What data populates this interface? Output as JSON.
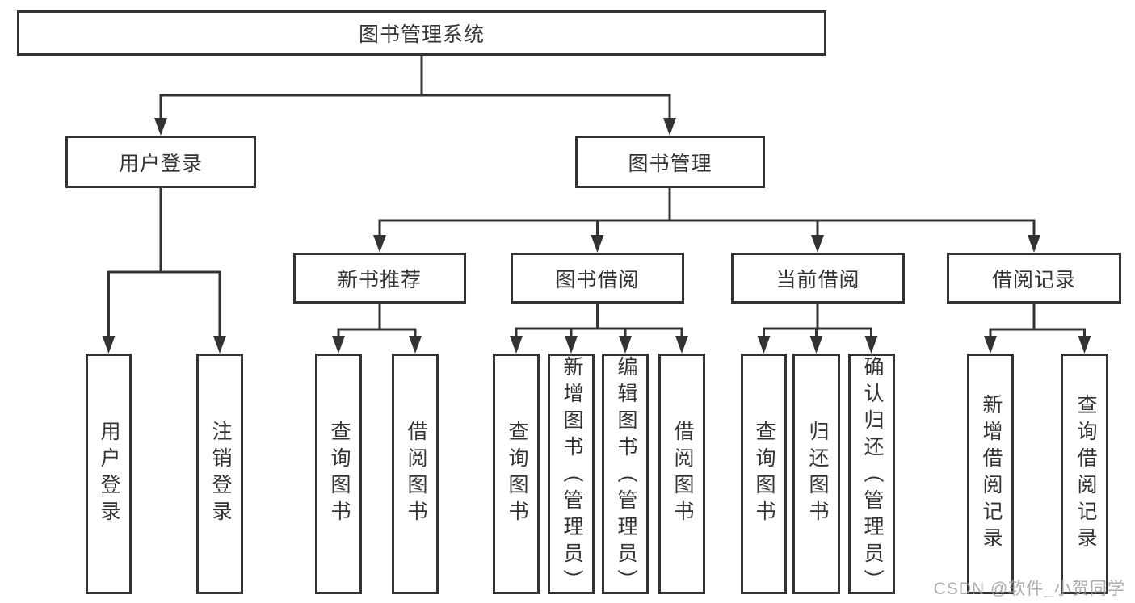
{
  "diagram": {
    "root": {
      "label": "图书管理系统"
    },
    "branches": [
      {
        "label": "用户登录",
        "children": [
          {
            "label": "用户登录"
          },
          {
            "label": "注销登录"
          }
        ]
      },
      {
        "label": "图书管理",
        "children": [
          {
            "label": "新书推荐",
            "children": [
              {
                "label": "查询图书"
              },
              {
                "label": "借阅图书"
              }
            ]
          },
          {
            "label": "图书借阅",
            "children": [
              {
                "label": "查询图书"
              },
              {
                "label": "新增图书（管理员）"
              },
              {
                "label": "编辑图书（管理员）"
              },
              {
                "label": "借阅图书"
              }
            ]
          },
          {
            "label": "当前借阅",
            "children": [
              {
                "label": "查询图书"
              },
              {
                "label": "归还图书"
              },
              {
                "label": "确认归还（管理员）"
              }
            ]
          },
          {
            "label": "借阅记录",
            "children": [
              {
                "label": "新增借阅记录"
              },
              {
                "label": "查询借阅记录"
              }
            ]
          }
        ]
      }
    ]
  },
  "watermark": {
    "text": "CSDN @软件_小贺同学"
  },
  "colors": {
    "line": "#333333",
    "text": "#333333",
    "background": "#ffffff",
    "watermark": "#9e9e9e"
  }
}
